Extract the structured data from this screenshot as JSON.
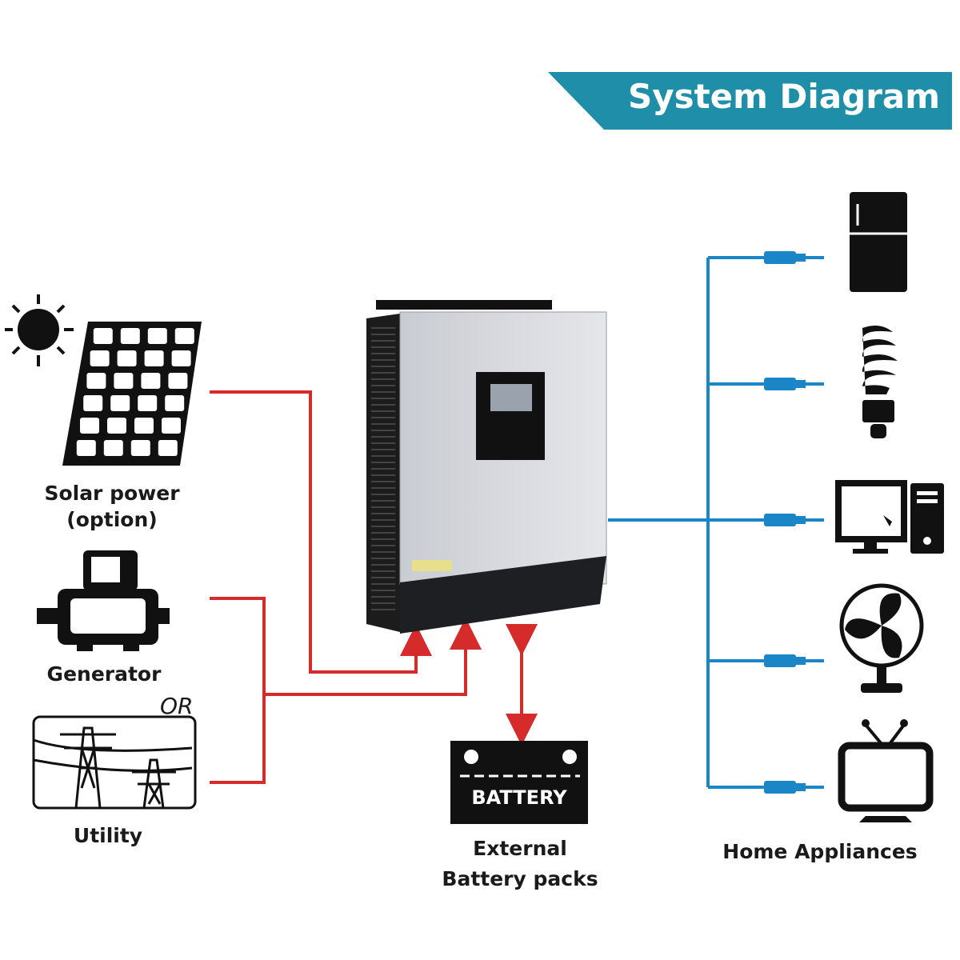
{
  "title": "System Diagram",
  "sources": {
    "solar": {
      "label_line1": "Solar power",
      "label_line2": "(option)"
    },
    "generator": {
      "label": "Generator"
    },
    "or_label": "OR",
    "utility": {
      "label": "Utility"
    }
  },
  "battery": {
    "icon_text": "BATTERY",
    "label_line1": "External",
    "label_line2": "Battery packs"
  },
  "appliances": {
    "label": "Home Appliances",
    "items": [
      "refrigerator",
      "light-bulb",
      "computer",
      "fan",
      "television"
    ]
  },
  "colors": {
    "header": "#1f8ea8",
    "input_lines": "#d62b2b",
    "output_lines": "#1b86c7",
    "icons": "#111111",
    "inverter_panel": "#d7dadf"
  }
}
